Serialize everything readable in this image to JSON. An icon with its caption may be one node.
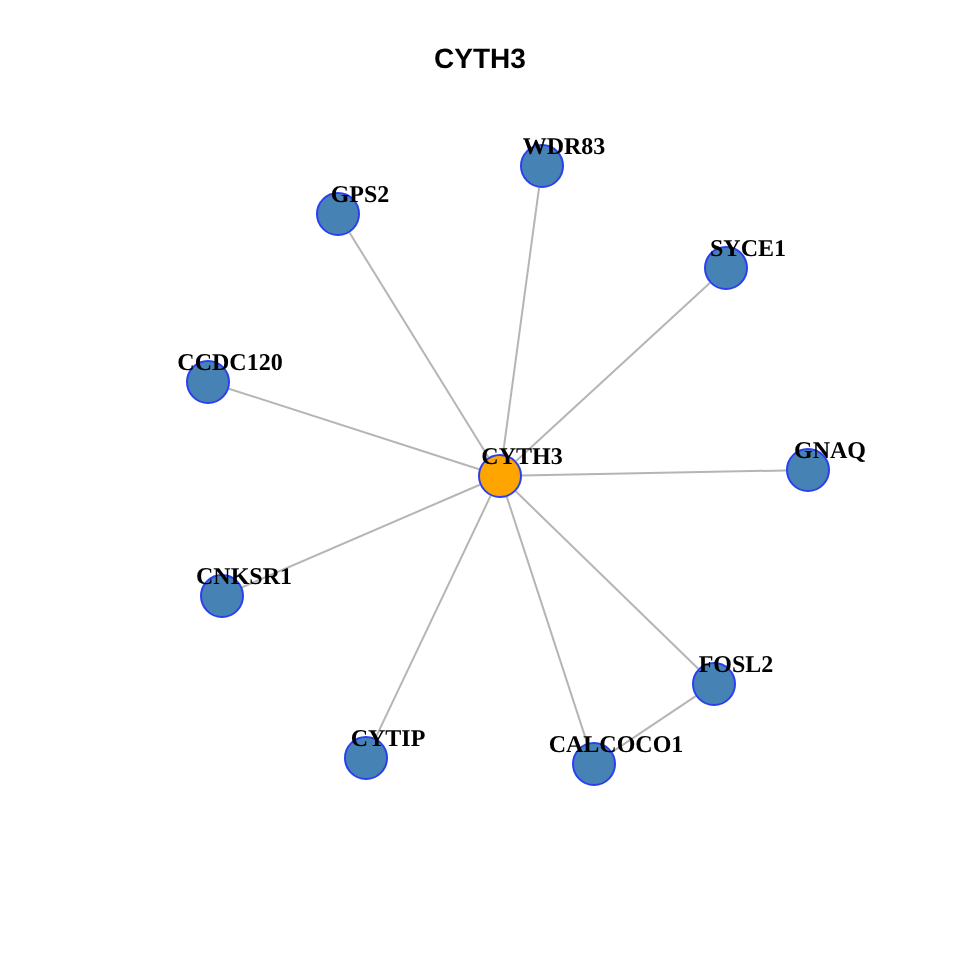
{
  "diagram": {
    "title": "CYTH3",
    "nodes": [
      {
        "text": [
          "WDR83"
        ]
      },
      {
        "text": [
          "GPS2"
        ]
      },
      {
        "text": [
          "SYCE1"
        ]
      },
      {
        "text": [
          "CCDC120"
        ]
      },
      {
        "text": [
          "CYTH3"
        ]
      },
      {
        "text": [
          "GNAQ"
        ]
      },
      {
        "text": [
          "CNKSR1"
        ]
      },
      {
        "text": [
          "FOSL2"
        ]
      },
      {
        "text": [
          "CYTIP"
        ]
      },
      {
        "text": [
          "CALCOCO1"
        ]
      }
    ],
    "edges": [
      {
        "from": 4,
        "to": 0,
        "arrow": "none"
      },
      {
        "from": 4,
        "to": 1,
        "arrow": "none"
      },
      {
        "from": 4,
        "to": 2,
        "arrow": "none"
      },
      {
        "from": 4,
        "to": 3,
        "arrow": "none"
      },
      {
        "from": 4,
        "to": 5,
        "arrow": "none"
      },
      {
        "from": 4,
        "to": 6,
        "arrow": "none"
      },
      {
        "from": 4,
        "to": 7,
        "arrow": "none"
      },
      {
        "from": 4,
        "to": 8,
        "arrow": "none"
      },
      {
        "from": 4,
        "to": 9,
        "arrow": "none"
      },
      {
        "from": 7,
        "to": 9,
        "arrow": "none"
      }
    ]
  }
}
